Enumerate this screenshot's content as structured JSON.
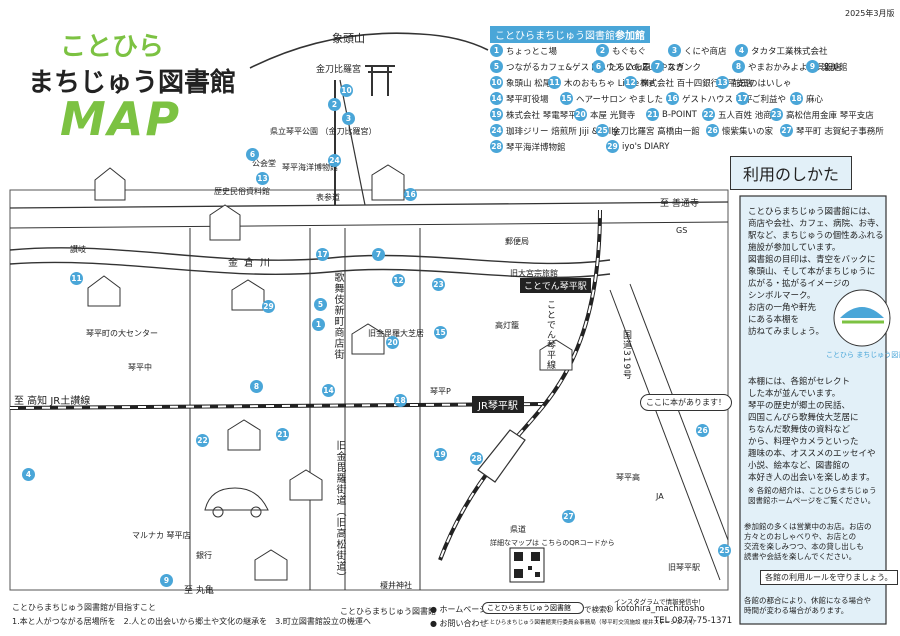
{
  "header": {
    "title_line1": "ことひら",
    "title_line2": "まちじゅう図書館",
    "title_map": "MAP",
    "edition": "2025年3月版",
    "legend_heading_prefix": "ことひらまちじゅう図書館",
    "legend_heading_accent": "参加館"
  },
  "legend": [
    {
      "n": "1",
      "label": "ちょっとこ場"
    },
    {
      "n": "2",
      "label": "もぐもぐ"
    },
    {
      "n": "3",
      "label": "くにや商店"
    },
    {
      "n": "4",
      "label": "タカタ工業株式会社"
    },
    {
      "n": "5",
      "label": "つながるカフェ&ゲストハウス ZouZu"
    },
    {
      "n": "6",
      "label": "たらいを屋とやなぎ"
    },
    {
      "n": "7",
      "label": "スカンク"
    },
    {
      "n": "8",
      "label": "やまおかみよよい呉服店"
    },
    {
      "n": "9",
      "label": "楽美館"
    },
    {
      "n": "10",
      "label": "象頭山 松尾寺"
    },
    {
      "n": "11",
      "label": "木のおもちゃ Little Me"
    },
    {
      "n": "12",
      "label": "株式会社 百十四銀行琴平支店"
    },
    {
      "n": "13",
      "label": "前田のはいしゃ"
    },
    {
      "n": "14",
      "label": "琴平町役場"
    },
    {
      "n": "15",
      "label": "ヘアーサロン やました"
    },
    {
      "n": "16",
      "label": "ゲストハウス 琴平"
    },
    {
      "n": "17",
      "label": "ご利益や"
    },
    {
      "n": "18",
      "label": "麻心"
    },
    {
      "n": "19",
      "label": "株式会社 琴電琴平駅"
    },
    {
      "n": "20",
      "label": "本屋 光賢寺"
    },
    {
      "n": "21",
      "label": "B-POINT"
    },
    {
      "n": "22",
      "label": "五人百姓 池商店"
    },
    {
      "n": "23",
      "label": "高松信用金庫 琴平支店"
    },
    {
      "n": "24",
      "label": "珈琲ジリー 焙煎所 Jiji & Jelly"
    },
    {
      "n": "25",
      "label": "金刀比羅宮 高橋由一館"
    },
    {
      "n": "26",
      "label": "懐紫集いの家"
    },
    {
      "n": "27",
      "label": "琴平町 志賀紀子事務所"
    },
    {
      "n": "28",
      "label": "琴平海洋博物館"
    },
    {
      "n": "29",
      "label": "iyo's DIARY"
    }
  ],
  "map": {
    "mountain": "象頭山",
    "shrine": "金刀比羅宮",
    "to_zentsuji": "至 善通寺",
    "to_kochi": "至 高知 JR土讃線",
    "to_marukame": "至 丸亀",
    "river": "金倉川",
    "jr_station": "JR琴平駅",
    "kotoden_station": "ことでん琴平駅",
    "kotoden_line": "ことでん琴平線",
    "route319": "国道319号",
    "old_street": "旧金毘羅街道（旧高松街道）",
    "new_street": "歌舞伎新町商店街",
    "bubble": "ここに本があります！",
    "places": [
      {
        "text": "県立琴平公園 （金刀比羅宮）"
      },
      {
        "text": "公会堂"
      },
      {
        "text": "琴平海洋博物館"
      },
      {
        "text": "歴史民俗資料館"
      },
      {
        "text": "讃岐"
      },
      {
        "text": "琴平町の大センター"
      },
      {
        "text": "琴平中"
      },
      {
        "text": "郵便局"
      },
      {
        "text": "旧大宮宗旅館"
      },
      {
        "text": "旧金毘羅大芝居"
      },
      {
        "text": "高灯籠"
      },
      {
        "text": "琴平P"
      },
      {
        "text": "JA"
      },
      {
        "text": "GS"
      },
      {
        "text": "琴平高"
      },
      {
        "text": "マルナカ 琴平店"
      },
      {
        "text": "銀行"
      },
      {
        "text": "榎井神社"
      },
      {
        "text": "旧琴平駅"
      },
      {
        "text": "表参道"
      },
      {
        "text": "県道"
      }
    ],
    "qr_caption": "詳細なマップは こちらのQRコードから"
  },
  "usage": {
    "heading": "利用のしかた",
    "paragraph1": "ことひらまちじゅう図書館には、\n商店や会社、カフェ、病院、お寺、\n駅など、まちじゅうの個性あふれる\n施設が参加しています。\n図書館の目印は、青空をバックに\n象頭山、そして本がまちじゅうに\n広がる・拡がるイメージの\nシンボルマーク。\nお店の一角や軒先\nにある本棚を\n訪ねてみましょう。",
    "logo_text": "ことひら まちじゅう図書館",
    "paragraph2": "本棚には、各館がセレクト\nした本が並んでいます。\n琴平の歴史が郷土の民話、\n四国こんぴら歌舞伎大芝居に\nちなんだ歌舞伎の資料など\nから、料理やカメラといった\n趣味の本、オススメのエッセイや\n小説、絵本など、図書館の\n本好き人の出会いを楽しめます。",
    "note": "※ 各館の紹介は、ことひらまちじゅう\n図書館ホームページをご覧ください。",
    "paragraph3": "参加館の多くは営業中のお店。お店の\n方々とのおしゃべりや、お店との\n交流を楽しみつつ、本の貸し出しも\n読書や会話を楽しんでください。",
    "rules_label": "各館の利用ルールを守りましょう。",
    "paragraph4": "各館の都合により、休館になる場合や\n時間が変わる場合があります。"
  },
  "footer": {
    "goals_heading": "ことひらまちじゅう図書館が目指すこと",
    "goals": "1.本と人がつながる居場所を　2.人との出会いから郷土や文化の継承を　3.町立図書館設立の機運へ",
    "org": "ことひらまちじゅう図書館",
    "homepage_label": "ホームページ",
    "search_placeholder": "ことひらまちじゅう図書館",
    "search_label": "で検索！",
    "contact_label": "お問い合わせ",
    "instagram_label": "インスタグラムで情報発信中！",
    "instagram_handle": "kotohira_machitosho",
    "office": "ことひらまちじゅう図書館実行委員会事務局（琴平町交流施設 榎井ステーション内）",
    "tel": "TEL 0877-75-1371"
  },
  "colors": {
    "accent_green": "#7cc242",
    "accent_blue": "#4aa6d8",
    "panel_bg": "#e2f0f8",
    "rail": "#222222"
  }
}
